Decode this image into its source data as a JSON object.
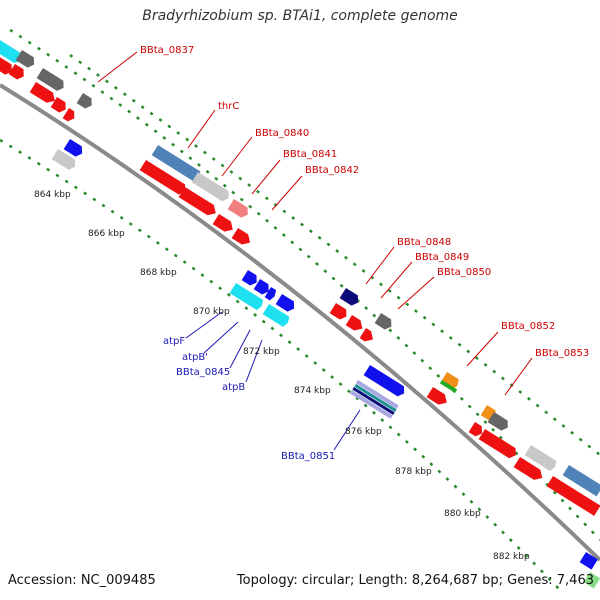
{
  "title": "Bradyrhizobium sp. BTAi1, complete genome",
  "footer": {
    "accession": "Accession: NC_009485",
    "summary": "Topology: circular; Length: 8,264,687 bp; Genes: 7,463"
  },
  "scale_labels": [
    "864 kbp",
    "866 kbp",
    "868 kbp",
    "870 kbp",
    "872 kbp",
    "874 kbp",
    "876 kbp",
    "878 kbp",
    "880 kbp",
    "882 kbp"
  ],
  "upper_labels": [
    "BBta_0837",
    "thrC",
    "BBta_0840",
    "BBta_0841",
    "BBta_0842",
    "BBta_0848",
    "BBta_0849",
    "BBta_0850",
    "BBta_0852",
    "BBta_0853"
  ],
  "lower_labels": [
    "atpF",
    "atpB'",
    "BBta_0845",
    "atpB",
    "BBta_0851"
  ],
  "colors": {
    "label_upper": "#cc0000",
    "label_lower": "#1a1ab0",
    "backbone": "#8a8a8a",
    "ticks": "#2a8a2a",
    "forward_red": "#ee1111",
    "steel_blue": "#4f82b8",
    "light_gray": "#c8c8c8",
    "dark_gray": "#666666",
    "cyan": "#1fe0f0",
    "blue": "#1111ee",
    "navy": "#0b0b7a",
    "orange": "#f09018",
    "green": "#22aa22",
    "pink": "#f08080",
    "lavender": "#a8a8e0",
    "teal": "#1a9090"
  }
}
